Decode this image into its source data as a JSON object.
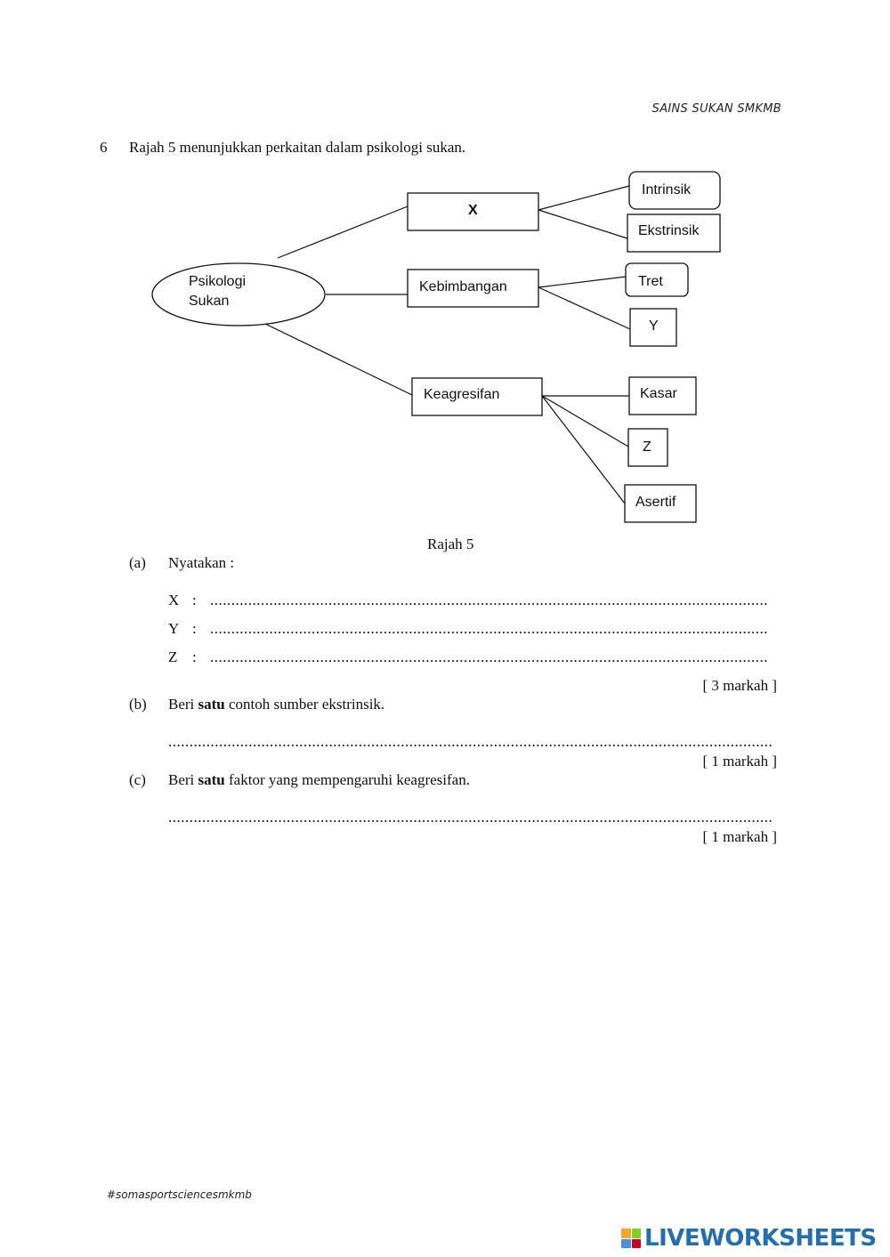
{
  "header": "SAINS SUKAN SMKMB",
  "question": {
    "number": "6",
    "text": "Rajah 5 menunjukkan perkaitan dalam psikologi sukan."
  },
  "diagram": {
    "root": [
      "Psikologi",
      "Sukan"
    ],
    "branches": {
      "x": "X",
      "kebimbangan": "Kebimbangan",
      "keagresifan": "Keagresifan"
    },
    "leaves": {
      "intrinsik": "Intrinsik",
      "ekstrinsik": "Ekstrinsik",
      "tret": "Tret",
      "y": "Y",
      "kasar": "Kasar",
      "z": "Z",
      "asertif": "Asertif"
    },
    "caption": "Rajah 5"
  },
  "part_a": {
    "label": "(a)",
    "text": "Nyatakan :",
    "rows": [
      {
        "var": "X",
        "colon": ":",
        "dots": "......................................................................................................................................................."
      },
      {
        "var": "Y",
        "colon": ":",
        "dots": "......................................................................................................................................................."
      },
      {
        "var": "Z",
        "colon": ":",
        "dots": "......................................................................................................................................................."
      }
    ],
    "marks": "[ 3 markah ]"
  },
  "part_b": {
    "label": "(b)",
    "text_pre": "Beri ",
    "text_bold": "satu",
    "text_post": " contoh sumber ekstrinsik.",
    "dots": "..................................................................................................................................................................",
    "marks": "[ 1 markah ]"
  },
  "part_c": {
    "label": "(c)",
    "text_pre": "Beri ",
    "text_bold": "satu",
    "text_post": " faktor yang mempengaruhi keagresifan.",
    "dots": "..................................................................................................................................................................",
    "marks": "[ 1 markah ]"
  },
  "footer": "#somasportsciencesmkmb",
  "watermark": {
    "text": "LIVEWORKSHEETS",
    "logo_colors": [
      "#f5a623",
      "#7ed321",
      "#4a90e2",
      "#d0021b"
    ],
    "text_color": "#1f6fb2"
  }
}
